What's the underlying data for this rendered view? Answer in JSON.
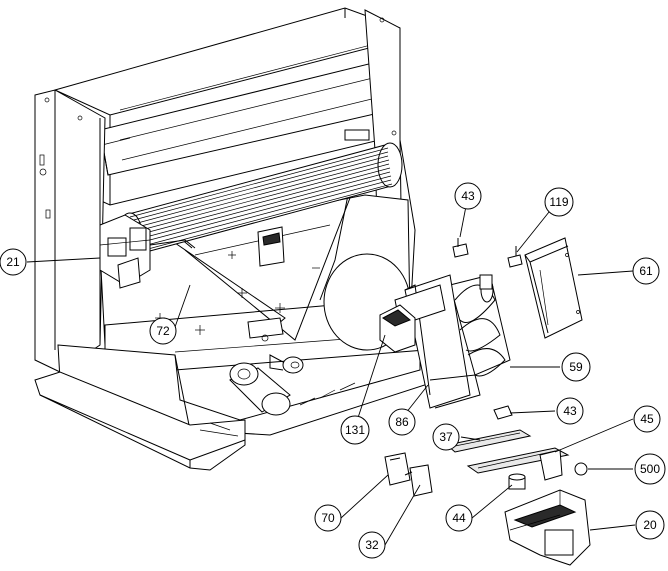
{
  "diagram": {
    "type": "exploded parts diagram",
    "callouts": [
      {
        "id": "21",
        "label": "21"
      },
      {
        "id": "72",
        "label": "72"
      },
      {
        "id": "131",
        "label": "131"
      },
      {
        "id": "86",
        "label": "86"
      },
      {
        "id": "43a",
        "label": "43"
      },
      {
        "id": "119",
        "label": "119"
      },
      {
        "id": "61",
        "label": "61"
      },
      {
        "id": "59",
        "label": "59"
      },
      {
        "id": "43b",
        "label": "43"
      },
      {
        "id": "37",
        "label": "37"
      },
      {
        "id": "45",
        "label": "45"
      },
      {
        "id": "500",
        "label": "500"
      },
      {
        "id": "44",
        "label": "44"
      },
      {
        "id": "20",
        "label": "20"
      },
      {
        "id": "70",
        "label": "70"
      },
      {
        "id": "32",
        "label": "32"
      }
    ]
  }
}
